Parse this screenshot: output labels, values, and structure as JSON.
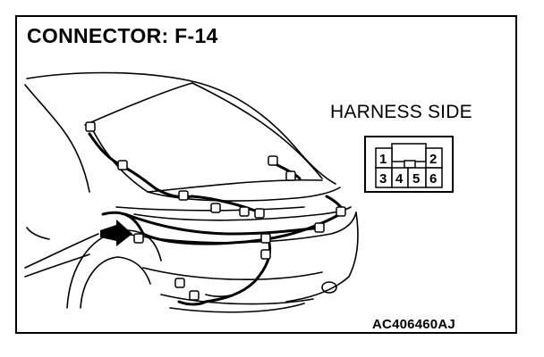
{
  "title": "CONNECTOR: F-14",
  "harness_label": "HARNESS SIDE",
  "code": "AC406460AJ",
  "connector": {
    "pins_top": [
      "1",
      "2"
    ],
    "pins_bottom": [
      "3",
      "4",
      "5",
      "6"
    ]
  },
  "icons": [
    "car-rear-harness-illustration",
    "arrow-pointer-icon",
    "connector-face-icon"
  ]
}
